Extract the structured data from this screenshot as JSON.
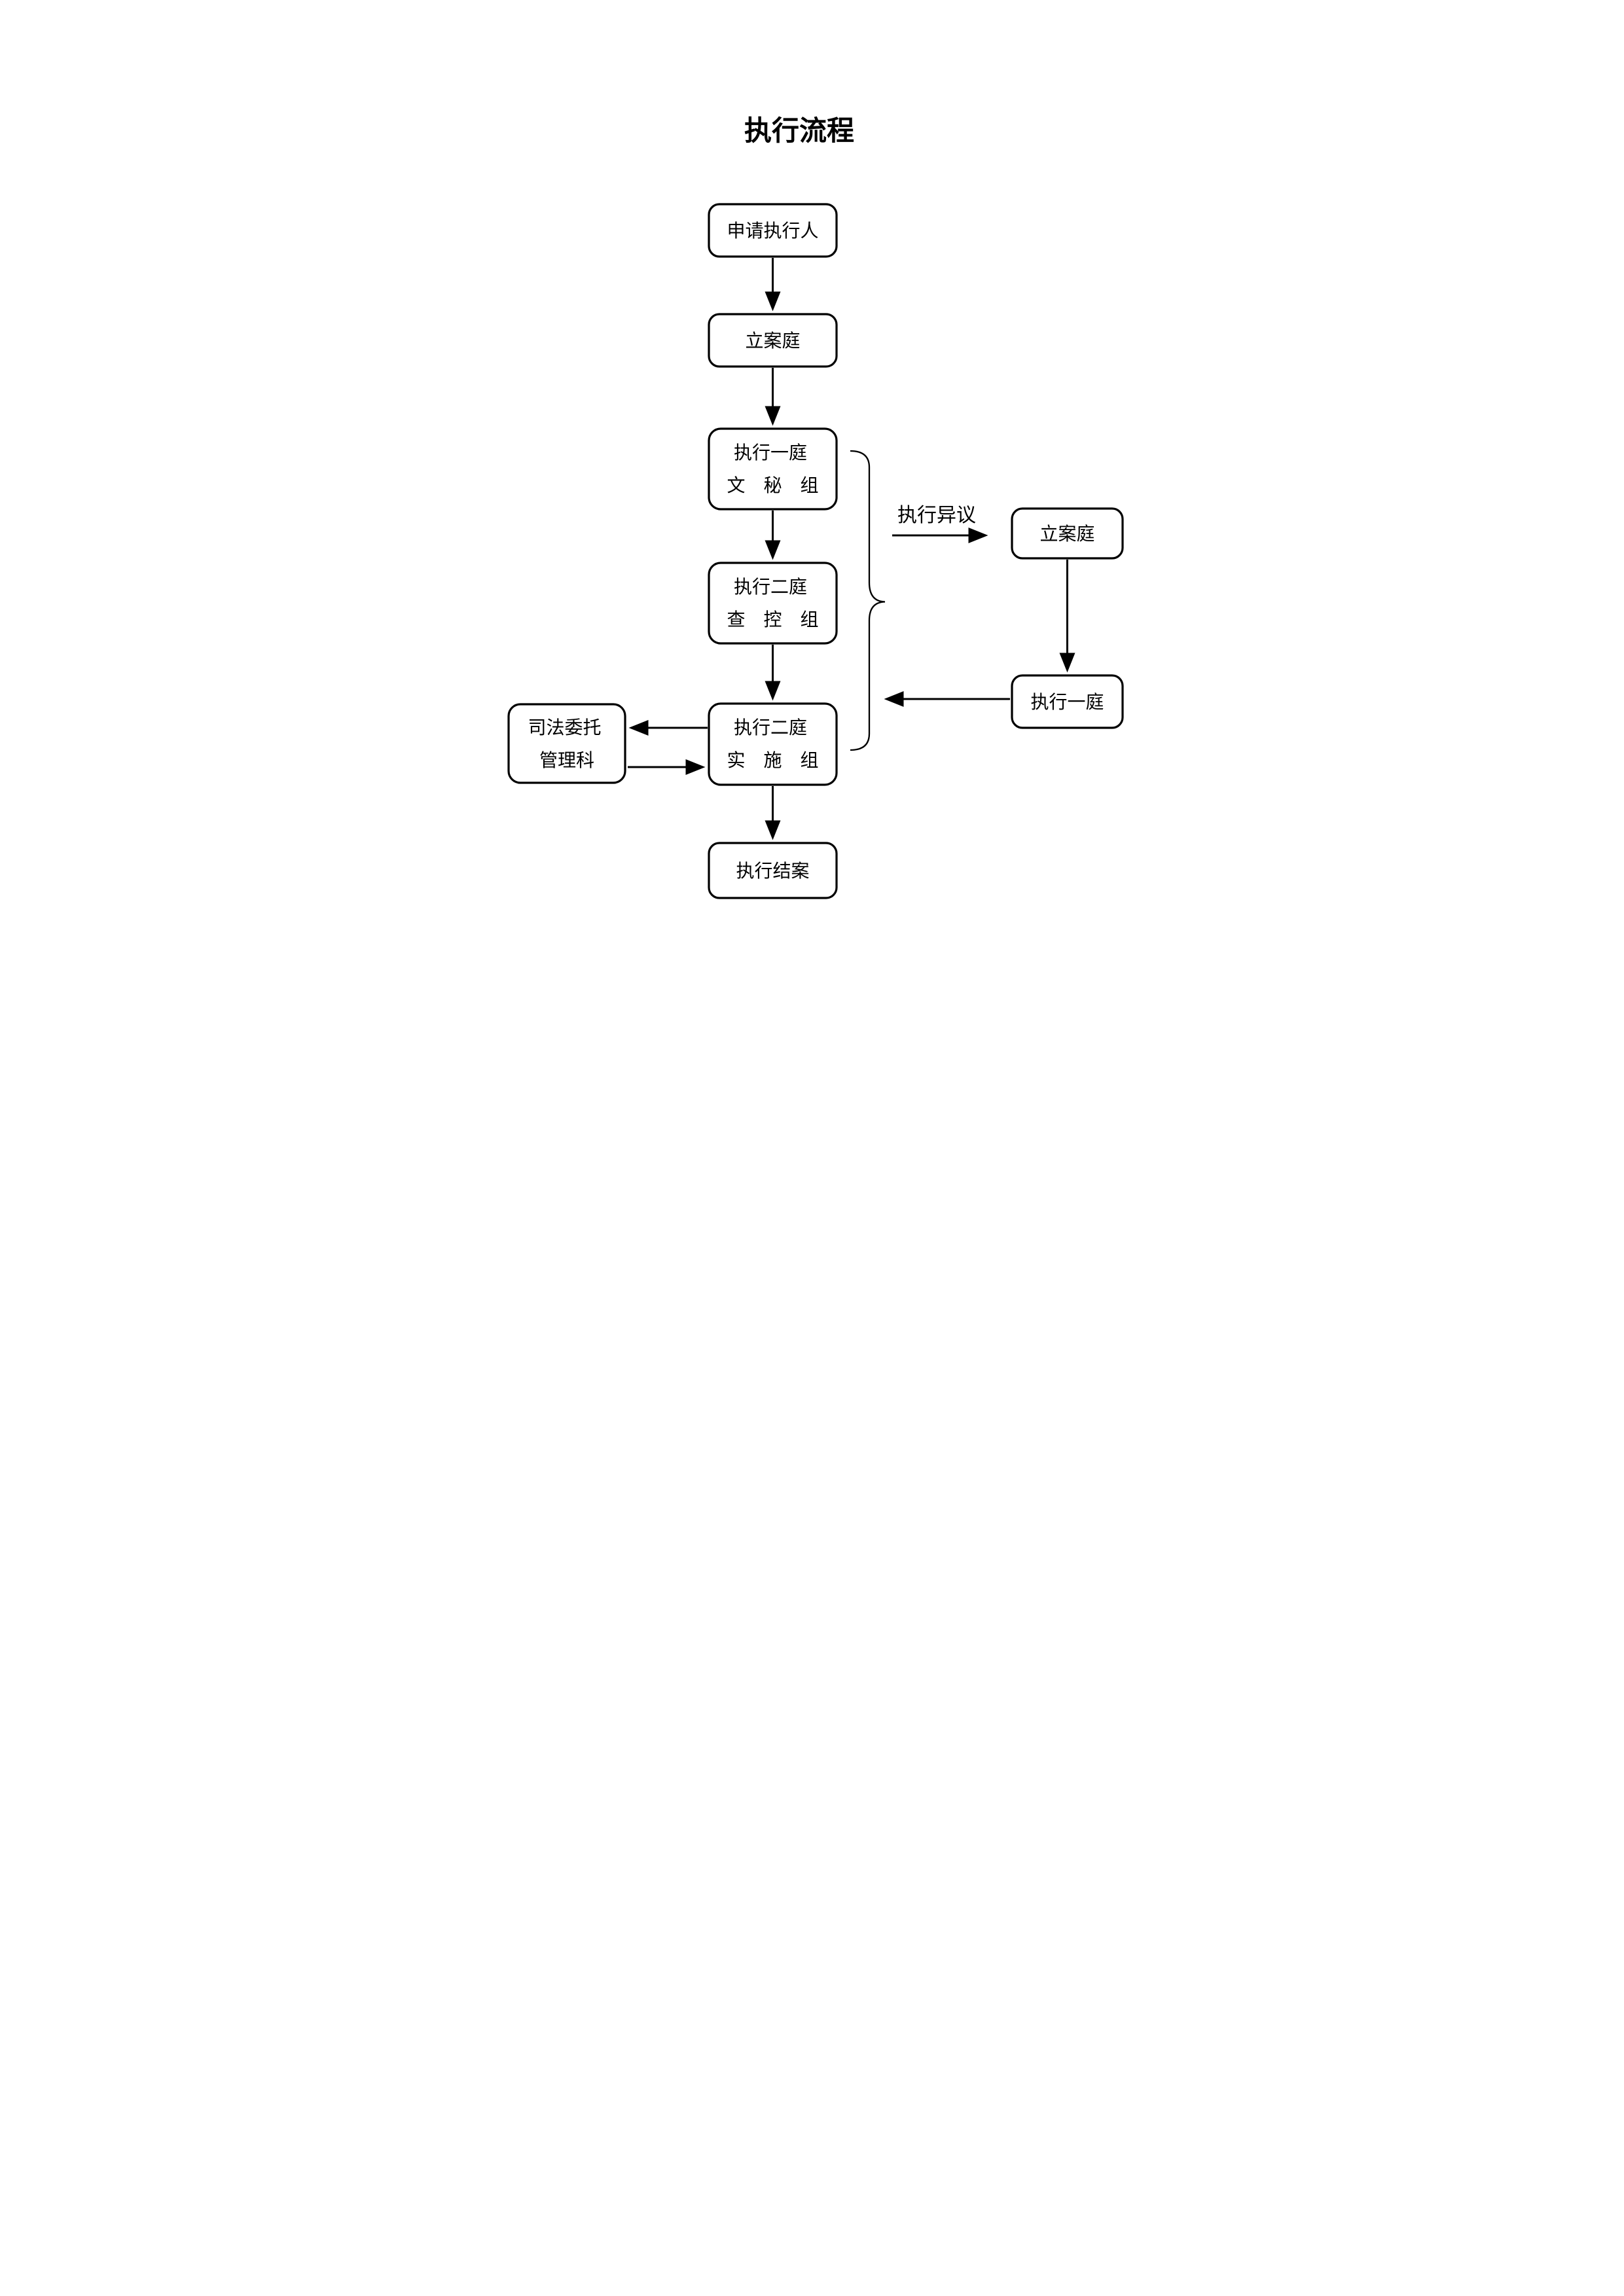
{
  "title": "执行流程",
  "nodes": {
    "applicant": {
      "label": "申请执行人"
    },
    "filing_court": {
      "label": "立案庭"
    },
    "exec_div1_secretariat": {
      "line1": "执行一庭",
      "line2": "文　秘　组"
    },
    "exec_div2_inspection": {
      "line1": "执行二庭",
      "line2": "查　控　组"
    },
    "exec_div2_implementation": {
      "line1": "执行二庭",
      "line2": "实　施　组"
    },
    "judicial_entrustment": {
      "line1": "司法委托",
      "line2": "管理科"
    },
    "exec_closing": {
      "label": "执行结案"
    },
    "filing_court_objection": {
      "label": "立案庭"
    },
    "exec_div1_objection": {
      "label": "执行一庭"
    }
  },
  "labels": {
    "execution_objection": "执行异议"
  },
  "colors": {
    "line": "#000000",
    "text": "#000000",
    "background": "#ffffff"
  }
}
